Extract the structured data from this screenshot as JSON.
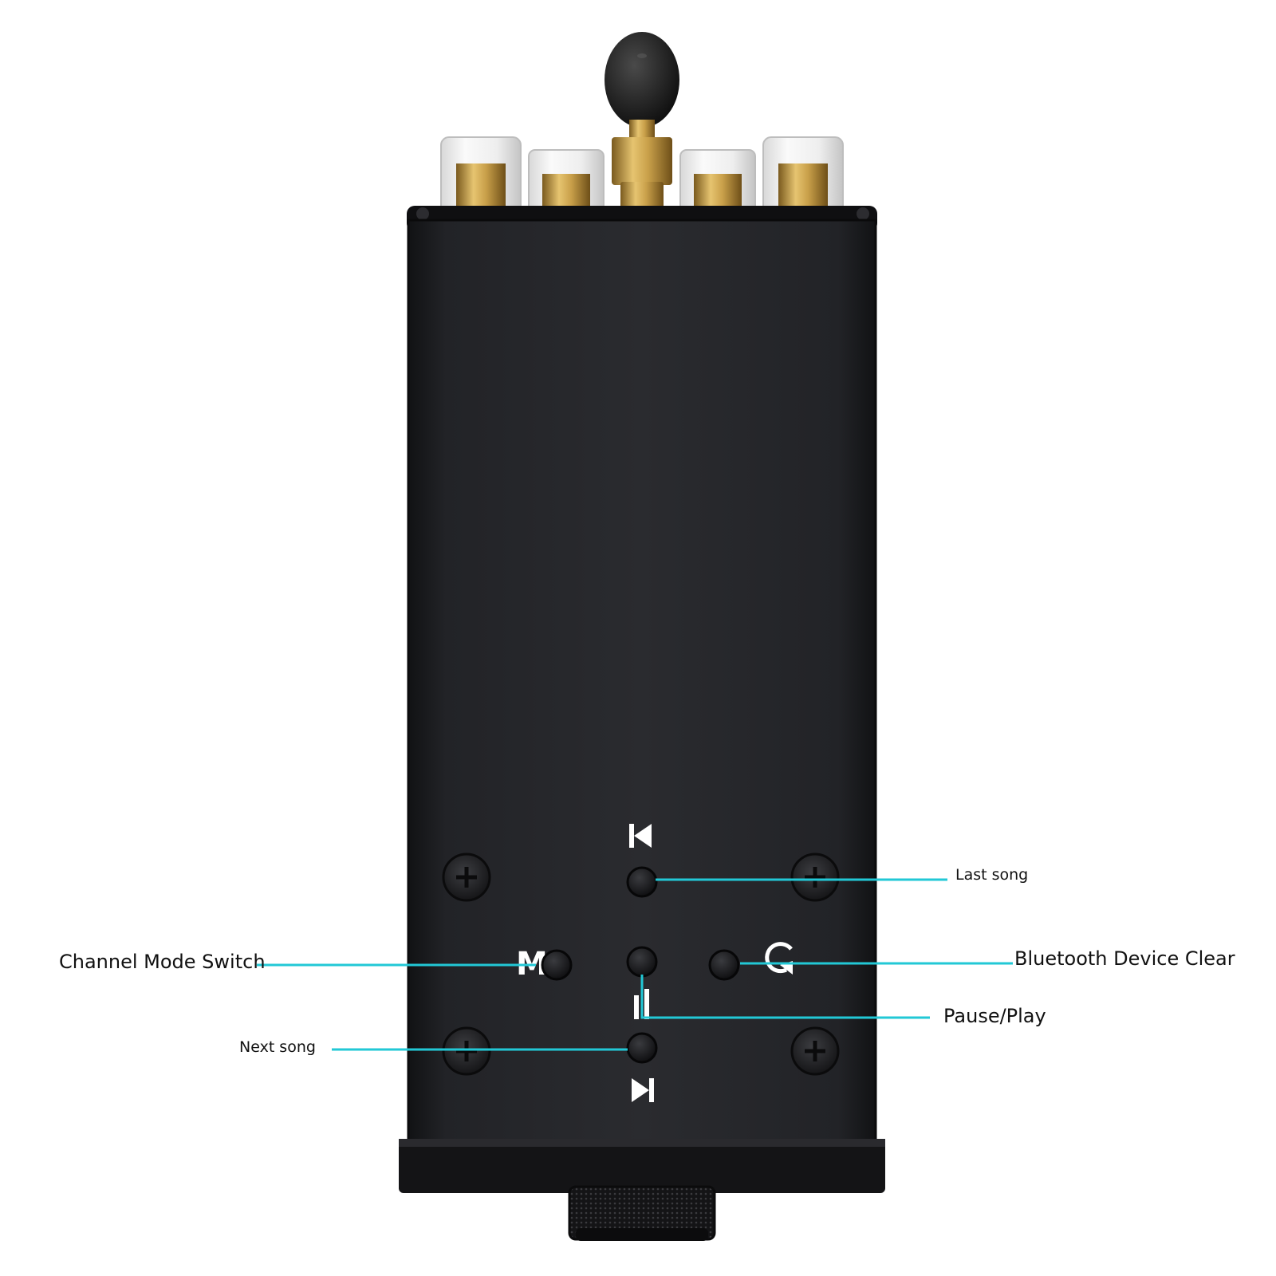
{
  "labels": {
    "last_song": "Last song",
    "channel_mode_switch": "Channel Mode Switch",
    "bluetooth_device_clear": "Bluetooth Device Clear",
    "pause_play": "Pause/Play",
    "next_song": "Next song"
  },
  "icons": {
    "previous": "skip-previous-icon",
    "mode": "M",
    "clear": "circular-arrow-icon",
    "pause_play": "pause-play-icon",
    "next": "skip-next-icon"
  },
  "colors": {
    "callout_line": "#22c8d6",
    "device_body": "#1f2023",
    "gold": "#c9a04a",
    "red_ring": "#c8202a"
  }
}
